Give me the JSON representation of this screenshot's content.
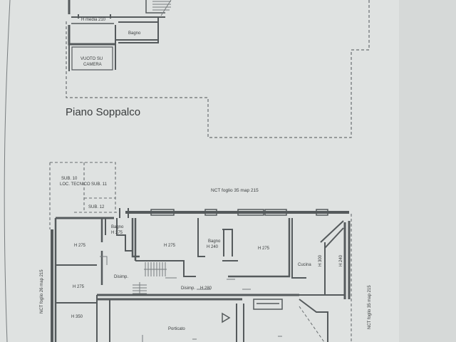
{
  "upper_floor": {
    "title": "Piano Soppalco",
    "labels": {
      "h_media": "H media 210",
      "bagno": "Bagno",
      "vuoto_line1": "VUOTO SU",
      "vuoto_line2": "CAMERA"
    }
  },
  "ground_floor": {
    "neighbors": {
      "top": "NCT foglio 35 map 215",
      "left": "NCT foglio 26 map 215",
      "right": "NCT foglio 35 map 215"
    },
    "sub_units": {
      "sub10_line1": "SUB. 10",
      "sub10_line2": "LOC. TECNICO",
      "sub11": "SUB. 11",
      "sub12": "SUB. 12"
    },
    "rooms": {
      "room_h275_a": "H 275",
      "bagno_line1": "Bagno",
      "bagno_line2": "H 275",
      "room_h275_b": "H 275",
      "bagno2_line1": "Bagno",
      "bagno2_line2": "H 240",
      "room_h275_c": "H 275",
      "cucina": "Cucina",
      "h300": "H 300",
      "h240": "H 240",
      "room_h275_d": "H 275",
      "disimp_left": "Disimp.",
      "disimp_center": "Disimp.",
      "h280": "H 280",
      "room_h350": "H 350",
      "porticato": "Porticato"
    }
  }
}
